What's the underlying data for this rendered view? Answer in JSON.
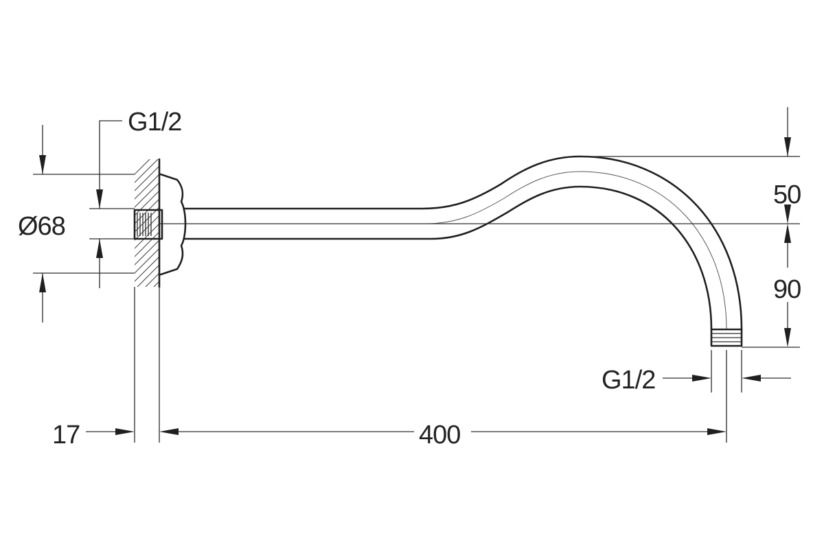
{
  "labels": {
    "thread_inlet": "G1/2",
    "flange_diameter": "Ø68",
    "rise_height": "50",
    "drop_height": "90",
    "thread_outlet": "G1/2",
    "wall_offset": "17",
    "arm_length": "400"
  },
  "colors": {
    "line": "#1f1f1f",
    "text": "#222222",
    "background": "#ffffff"
  }
}
